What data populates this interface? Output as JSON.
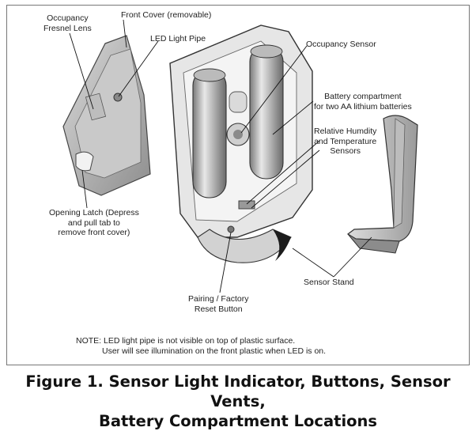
{
  "labels": {
    "fresnel_lens": [
      "Occupancy",
      "Fresnel Lens"
    ],
    "front_cover": "Front Cover (removable)",
    "led_light_pipe": "LED Light Pipe",
    "occupancy_sensor": "Occupancy Sensor",
    "battery_compartment": [
      "Battery compartment",
      "for two AA lithium batteries"
    ],
    "humidity_sensors": [
      "Relative Humdity",
      "and Temperature",
      "Sensors"
    ],
    "opening_latch": [
      "Opening Latch (Depress",
      "and pull tab to",
      "remove front cover)"
    ],
    "sensor_stand": "Sensor Stand",
    "pairing_button": [
      "Pairing / Factory",
      "Reset Button"
    ]
  },
  "note": [
    "NOTE:  LED light pipe is not visible on top of plastic surface.",
    "User will see illumination on the front plastic when LED is on."
  ],
  "caption": [
    "Figure 1. Sensor Light Indicator, Buttons, Sensor Vents,",
    "Battery Compartment Locations"
  ]
}
